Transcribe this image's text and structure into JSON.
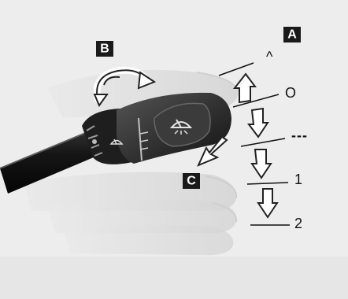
{
  "labels": {
    "A": "A",
    "B": "B",
    "C": "C"
  },
  "positions": {
    "mist": "^",
    "off": "O",
    "intermittent": "---",
    "low": "1",
    "high": "2"
  },
  "icons": {
    "wiper": "wiper-symbol-icon",
    "rotate": "rotate-arrow-icon",
    "push": "push-arrow-icon"
  },
  "colors": {
    "background": "#ededed",
    "stalk": "#1c1c1c",
    "label_box": "#1a1a1a",
    "ghost": "#dcdcdc"
  }
}
